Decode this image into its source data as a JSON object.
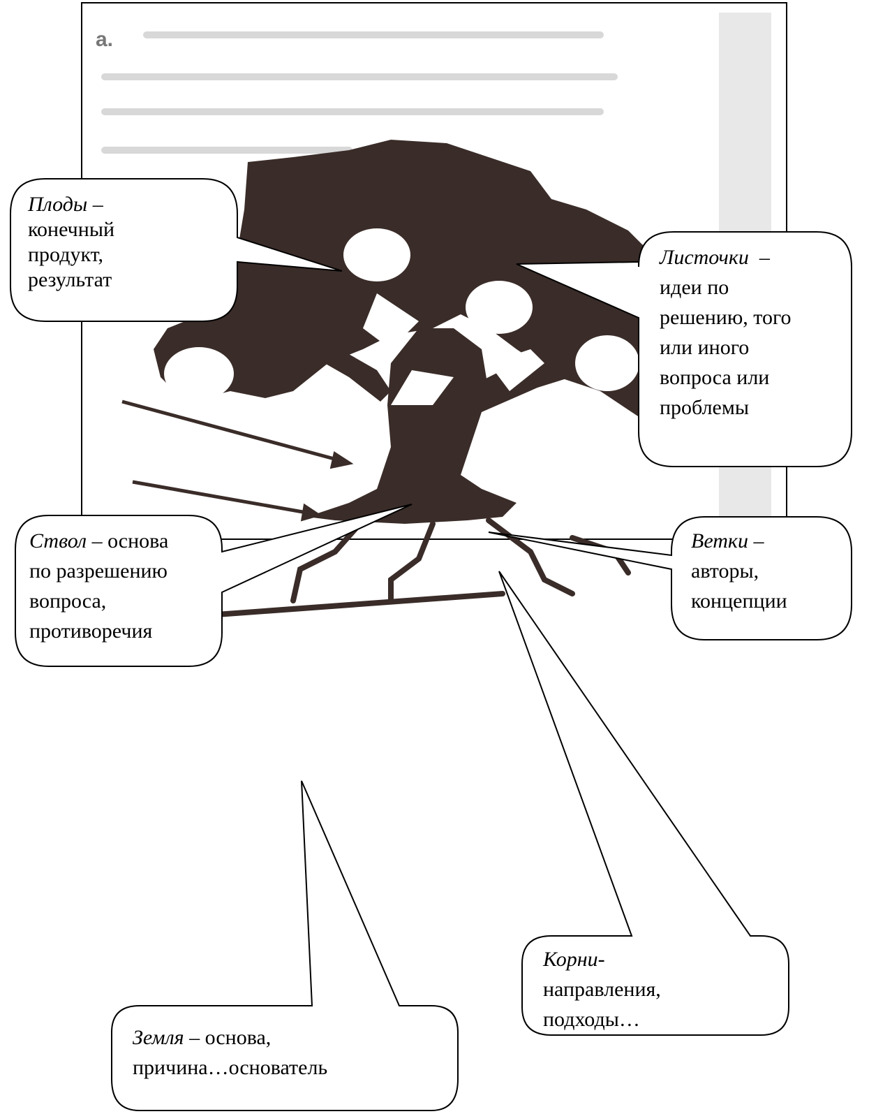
{
  "figure": {
    "corner_mark": "a."
  },
  "callouts": {
    "fruits": {
      "term": "Плоды",
      "rest_first": " –",
      "lines": [
        "конечный",
        "продукт,",
        "результат"
      ]
    },
    "leaves": {
      "term": "Листочки",
      "rest_first": "  –",
      "lines": [
        "идеи по",
        "решению, того",
        "или иного",
        "вопроса или",
        "проблемы"
      ]
    },
    "trunk": {
      "term": "Ствол",
      "rest_first": " – основа",
      "lines": [
        "по разрешению",
        "вопроса,",
        "противоречия"
      ]
    },
    "branches": {
      "term": "Ветки",
      "rest_first": " –",
      "lines": [
        "авторы,",
        "концепции"
      ]
    },
    "roots": {
      "term": "Корни",
      "rest_first": "-",
      "lines": [
        "направления,",
        "подходы…"
      ]
    },
    "earth": {
      "term": "Земля",
      "rest_first": " – основа,",
      "lines": [
        "причина…основатель"
      ]
    }
  }
}
